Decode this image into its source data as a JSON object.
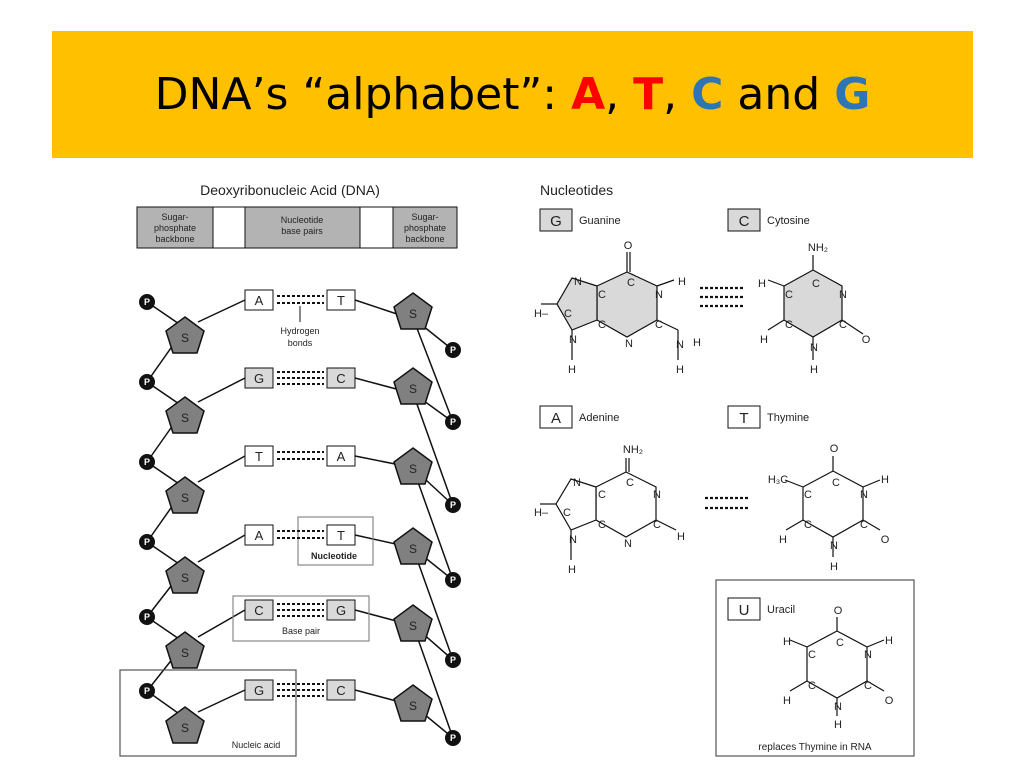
{
  "title": {
    "prefix": "DNA’s “alphabet”: ",
    "l1": "A",
    "sep1": ", ",
    "l2": "T",
    "sep2": ", ",
    "l3": "C",
    "sep3": " and ",
    "l4": "G"
  },
  "left": {
    "heading": "Deoxyribonucleic Acid (DNA)",
    "key": {
      "backbone_l1": "Sugar-",
      "backbone_l2": "phosphate",
      "backbone_l3": "backbone",
      "pairs_l1": "Nucleotide",
      "pairs_l2": "base pairs"
    },
    "sugar": "S",
    "phosphate": "P",
    "rungs": [
      {
        "left": "A",
        "right": "T"
      },
      {
        "left": "G",
        "right": "C"
      },
      {
        "left": "T",
        "right": "A"
      },
      {
        "left": "A",
        "right": "T"
      },
      {
        "left": "C",
        "right": "G"
      },
      {
        "left": "G",
        "right": "C"
      }
    ],
    "hydrogen_l1": "Hydrogen",
    "hydrogen_l2": "bonds",
    "nucleotide_label": "Nucleotide",
    "base_pair_label": "Base pair",
    "nucleic_acid_label": "Nucleic acid"
  },
  "right": {
    "heading": "Nucleotides",
    "bases": [
      {
        "letter": "G",
        "name": "Guanine"
      },
      {
        "letter": "C",
        "name": "Cytosine"
      },
      {
        "letter": "A",
        "name": "Adenine"
      },
      {
        "letter": "T",
        "name": "Thymine"
      },
      {
        "letter": "U",
        "name": "Uracil"
      }
    ],
    "atoms": {
      "H": "H",
      "N": "N",
      "C": "C",
      "O": "O",
      "H_dash": "H–",
      "NH2": "NH₂",
      "H3C": "H₃C"
    },
    "uracil_caption": "replaces Thymine in RNA"
  },
  "colors": {
    "title_bar": "#FFC000",
    "accent_red": "#FF0000",
    "accent_blue": "#2E75B6",
    "diagram_fill": "#808080",
    "ring_fill": "#D9D9D9"
  }
}
